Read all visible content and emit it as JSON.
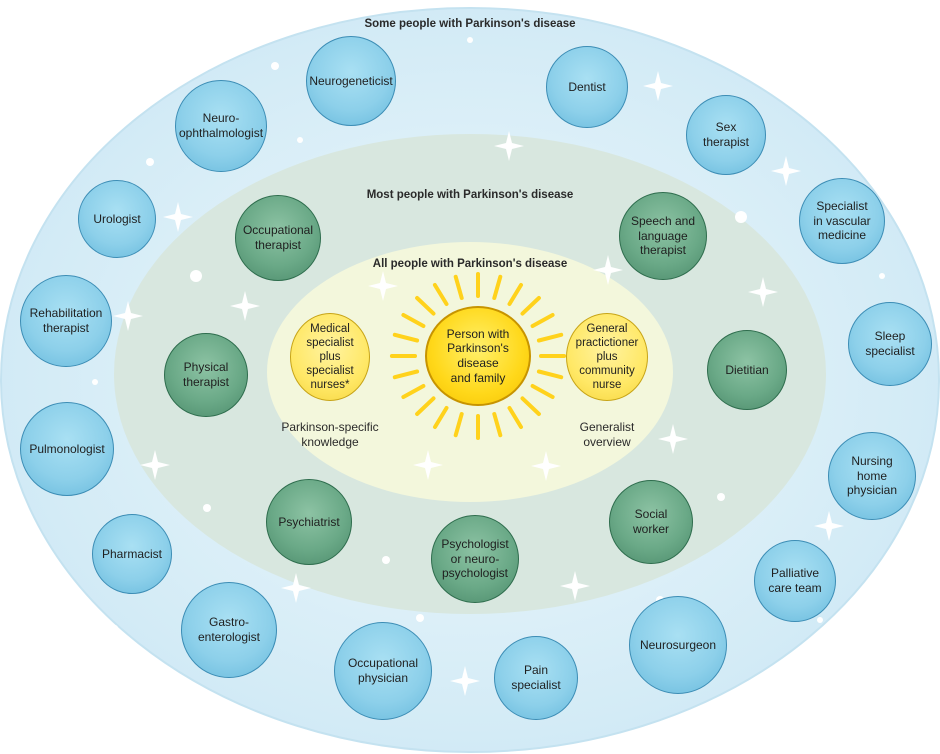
{
  "rings": {
    "outer_label": "Some people with Parkinson's disease",
    "middle_label": "Most people with Parkinson's disease",
    "inner_label": "All people with Parkinson's disease"
  },
  "outer_nodes": {
    "neurogeneticist": "Neurogeneticist",
    "dentist": "Dentist",
    "neuro_ophthalmologist": "Neuro-\nophthalmologist",
    "sex_therapist": "Sex\ntherapist",
    "urologist": "Urologist",
    "vascular_specialist": "Specialist\nin vascular\nmedicine",
    "rehabilitation_therapist": "Rehabilitation\ntherapist",
    "sleep_specialist": "Sleep\nspecialist",
    "pulmonologist": "Pulmonologist",
    "nursing_home_physician": "Nursing\nhome\nphysician",
    "pharmacist": "Pharmacist",
    "palliative_care_team": "Palliative\ncare team",
    "gastroenterologist": "Gastro-\nenterologist",
    "neurosurgeon": "Neurosurgeon",
    "occupational_physician": "Occupational\nphysician",
    "pain_specialist": "Pain\nspecialist"
  },
  "middle_nodes": {
    "occupational_therapist": "Occupational\ntherapist",
    "speech_language_therapist": "Speech and\nlanguage\ntherapist",
    "physical_therapist": "Physical\ntherapist",
    "dietitian": "Dietitian",
    "psychiatrist": "Psychiatrist",
    "social_worker": "Social worker",
    "psychologist": "Psychologist\nor neuro-\npsychologist"
  },
  "inner_nodes": {
    "medical_specialist": "Medical\nspecialist\nplus\nspecialist\nnurses*",
    "person": "Person with\nParkinson's disease\nand family",
    "general_practitioner": "General\npractictioner\nplus\ncommunity\nnurse"
  },
  "captions": {
    "parkinson_knowledge": "Parkinson-specific\nknowledge",
    "generalist_overview": "Generalist\noverview"
  },
  "colors": {
    "outer_ring": "#dff1f9",
    "middle_ring": "#d8e7df",
    "inner_ring": "#f3f7dc",
    "sun_rays": "#ffd21c"
  }
}
